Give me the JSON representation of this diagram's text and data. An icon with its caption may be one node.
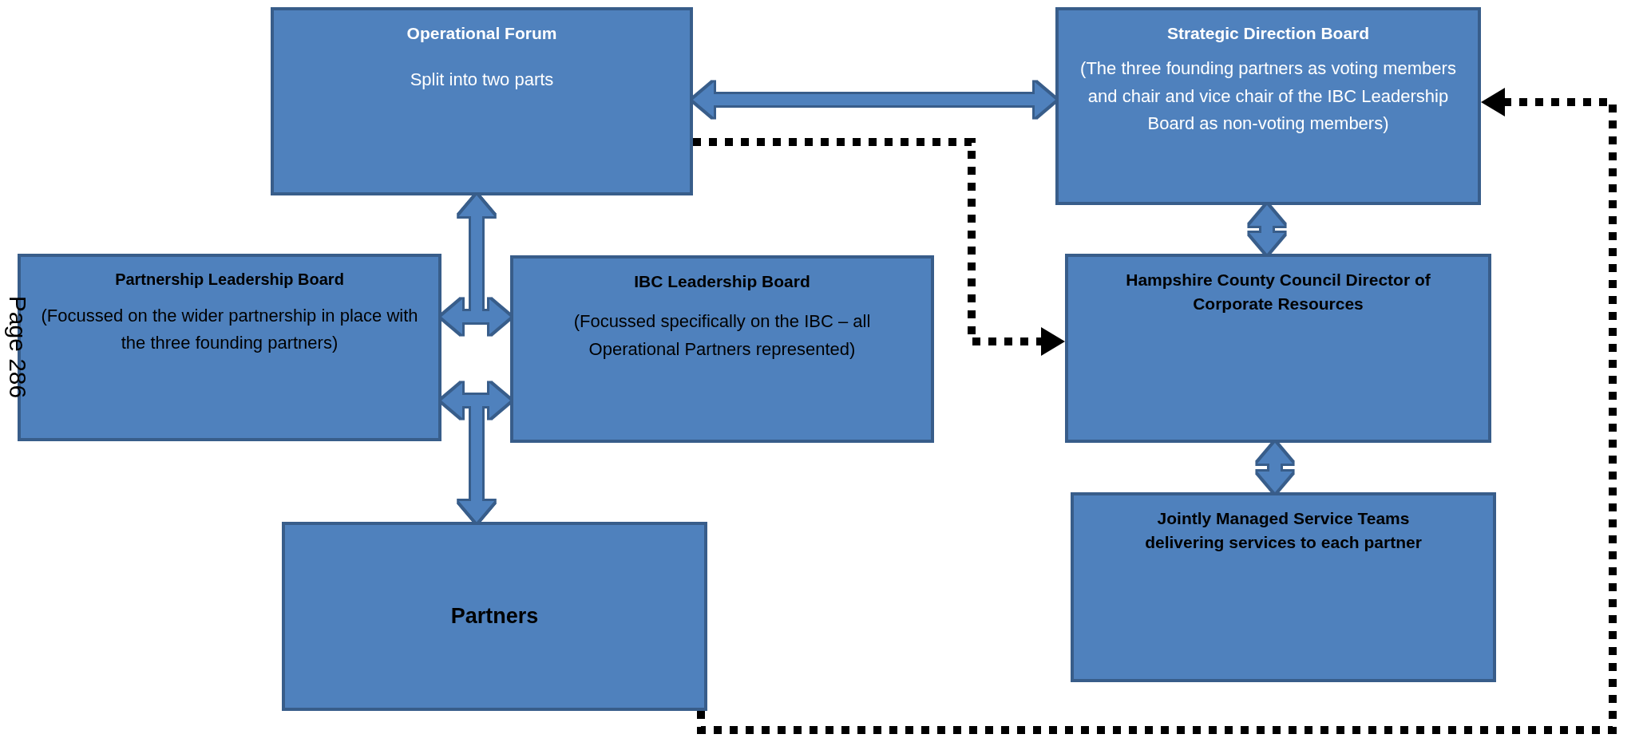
{
  "diagram": {
    "nodes": [
      {
        "text": [
          "Operational Forum",
          "Split into two parts"
        ]
      },
      {
        "text": [
          "Strategic Direction Board",
          "(The three founding partners as voting members and chair and vice chair of the IBC Leadership Board as non-voting members)"
        ]
      },
      {
        "text": [
          "Partnership Leadership Board",
          "(Focussed on the wider partnership in place with the three founding partners)"
        ]
      },
      {
        "text": [
          "IBC Leadership Board",
          "(Focussed specifically on the IBC – all Operational Partners represented)"
        ]
      },
      {
        "text": [
          "Partners"
        ]
      },
      {
        "text": [
          "Hampshire County Council Director of Corporate Resources"
        ]
      },
      {
        "text": [
          "Jointly Managed Service Teams delivering services to each partner"
        ]
      }
    ],
    "edges": [
      {
        "from": 0,
        "to": 1,
        "arrow": "both"
      },
      {
        "from": 0,
        "to": 2,
        "arrow": "both"
      },
      {
        "from": 0,
        "to": 3,
        "arrow": "both"
      },
      {
        "from": 4,
        "to": 2,
        "arrow": "both"
      },
      {
        "from": 4,
        "to": 3,
        "arrow": "both"
      },
      {
        "from": 1,
        "to": 5,
        "arrow": "both"
      },
      {
        "from": 5,
        "to": 6,
        "arrow": "both"
      },
      {
        "from": 0,
        "to": 5,
        "arrow": "to",
        "style": "dashed",
        "color": "#000000"
      },
      {
        "from": 4,
        "to": 1,
        "arrow": "to",
        "style": "dashed",
        "color": "#000000"
      }
    ],
    "labels": [
      "Page 286"
    ]
  }
}
